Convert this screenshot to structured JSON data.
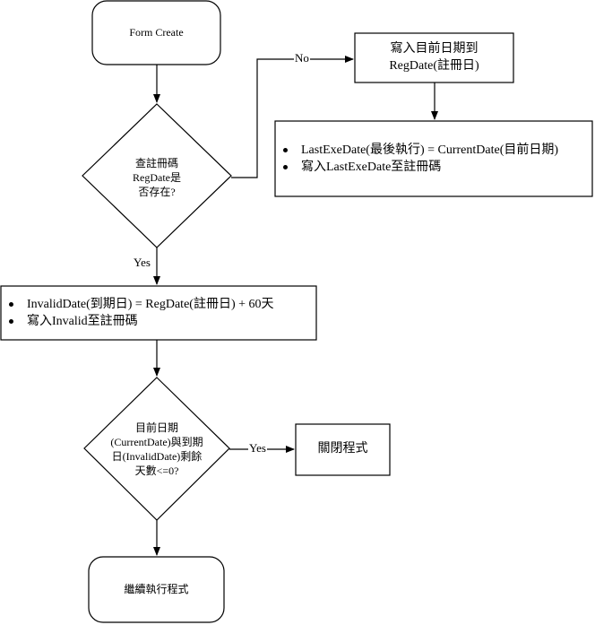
{
  "nodes": {
    "start": {
      "label": "Form Create"
    },
    "check_regdate": {
      "lines": [
        "查註冊碼",
        "RegDate是",
        "否存在?"
      ]
    },
    "write_regdate": {
      "lines": [
        "寫入目前日期到",
        "RegDate(註冊日)"
      ]
    },
    "set_lastexe": {
      "items": [
        "LastExeDate(最後執行) = CurrentDate(目前日期)",
        "寫入LastExeDate至註冊碼"
      ]
    },
    "set_invalid": {
      "items": [
        "InvalidDate(到期日) = RegDate(註冊日) + 60天",
        "寫入Invalid至註冊碼"
      ]
    },
    "check_remaining": {
      "lines": [
        "目前日期",
        "(CurrentDate)與到期",
        "日(InvalidDate)剩餘",
        "天數<=0?"
      ]
    },
    "close_program": {
      "label": "關閉程式"
    },
    "continue_program": {
      "label": "繼續執行程式"
    }
  },
  "edges": {
    "no_label": "No",
    "yes_label_1": "Yes",
    "yes_label_2": "Yes"
  }
}
